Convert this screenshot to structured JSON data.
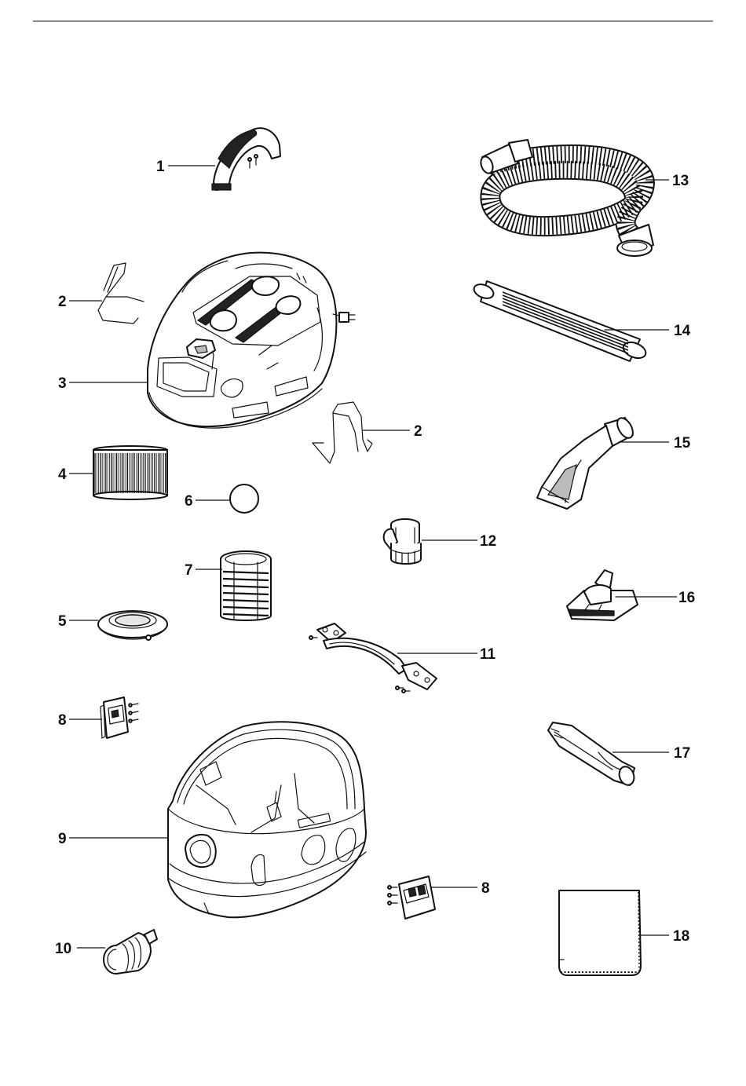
{
  "labels": {
    "l1": "1",
    "l2a": "2",
    "l2b": "2",
    "l3": "3",
    "l4": "4",
    "l5": "5",
    "l6": "6",
    "l7": "7",
    "l8a": "8",
    "l8b": "8",
    "l9": "9",
    "l10": "10",
    "l11": "11",
    "l12": "12",
    "l13": "13",
    "l14": "14",
    "l15": "15",
    "l16": "16",
    "l17": "17",
    "l18": "18"
  },
  "parts": {
    "p1": "carry-handle",
    "p2": "cord-wrap-hook",
    "p3": "power-head",
    "p4": "cartridge-filter",
    "p5": "filter-cage-base",
    "p6": "float",
    "p7": "filter-cage",
    "p8": "side-bracket",
    "p9": "tank",
    "p10": "hose-inlet-adapter",
    "p11": "tank-handle",
    "p12": "blower-adapter",
    "p13": "hose",
    "p14": "extension-wand",
    "p15": "utility-nozzle",
    "p16": "floor-nozzle",
    "p17": "crevice-tool",
    "p18": "dust-bag"
  }
}
